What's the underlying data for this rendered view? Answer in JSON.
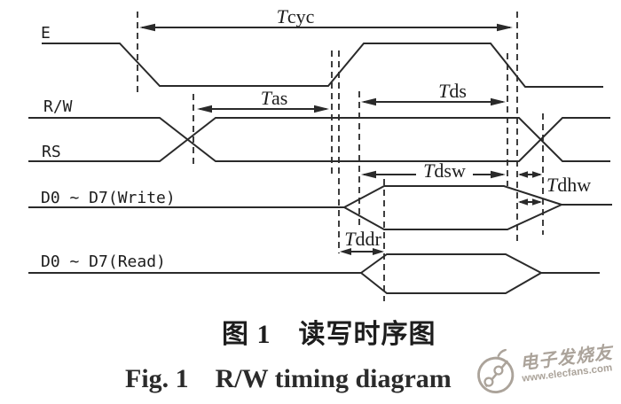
{
  "figure": {
    "signals": {
      "e": "E",
      "rw": "R/W",
      "rs": "RS",
      "write": "D0 ~ D7(Write)",
      "read": "D0 ~ D7(Read)"
    },
    "timings": {
      "tcyc": {
        "t": "T",
        "sub": "cyc"
      },
      "tas": {
        "t": "T",
        "sub": "as"
      },
      "tds": {
        "t": "T",
        "sub": "ds"
      },
      "tdsw": {
        "t": "T",
        "sub": "dsw"
      },
      "tdhw": {
        "t": "T",
        "sub": "dhw"
      },
      "tddr": {
        "t": "T",
        "sub": "ddr"
      }
    },
    "line_color": "#2a2a2a"
  },
  "caption": {
    "zh": "图 1　读写时序图",
    "en": "Fig. 1　R/W timing diagram"
  },
  "watermark": {
    "brand": "电子发烧友",
    "url": "www.elecfans.com",
    "color": "#a39a90"
  }
}
